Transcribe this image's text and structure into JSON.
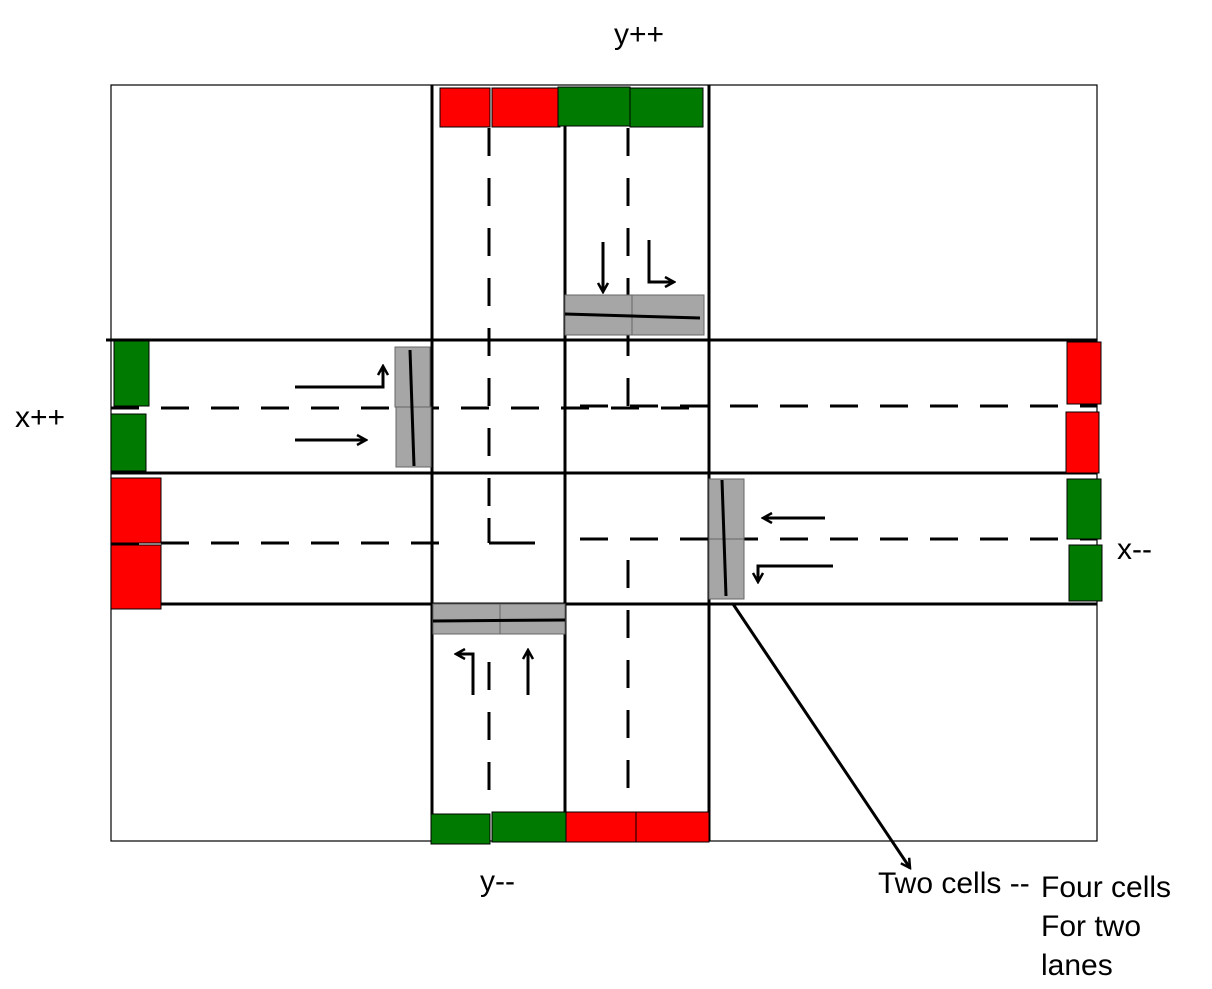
{
  "labels": {
    "y_plus": "y++",
    "y_minus": "y--",
    "x_plus": "x++",
    "x_minus": "x--"
  },
  "annotation": {
    "two_cells": "Two cells --",
    "four_cells_lines": [
      "Four cells",
      "For two",
      "lanes"
    ]
  },
  "colors": {
    "signal_red": "#ff0000",
    "signal_green": "#007a00",
    "cell_gray": "#a6a6a6",
    "line": "#000000"
  },
  "signals": {
    "top": [
      "red",
      "red",
      "green",
      "green"
    ],
    "bottom": [
      "green",
      "green",
      "red",
      "red"
    ],
    "left": [
      "green",
      "green",
      "red",
      "red"
    ],
    "right": [
      "red",
      "red",
      "green",
      "green"
    ]
  }
}
